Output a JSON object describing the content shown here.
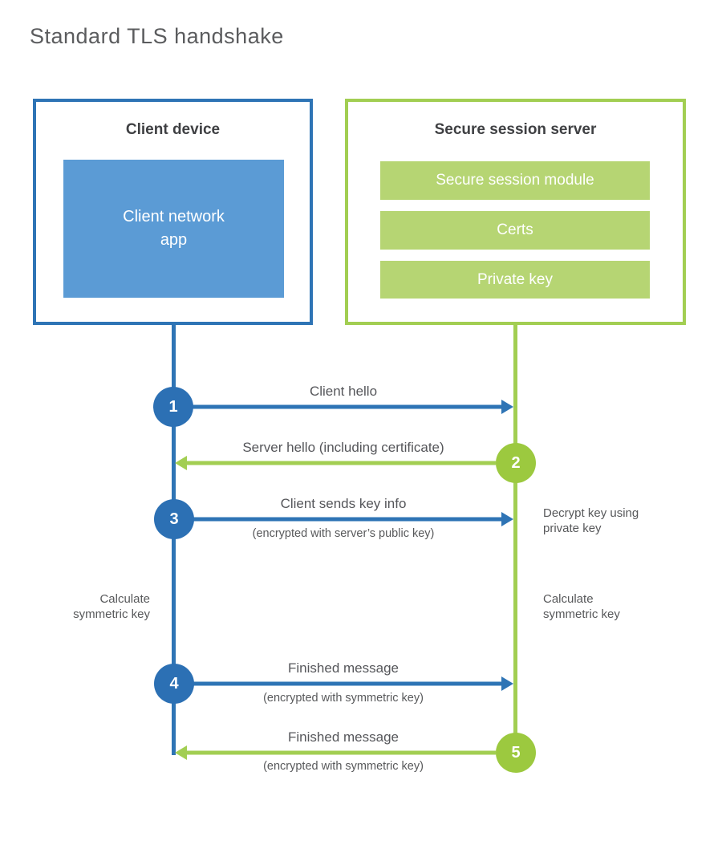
{
  "title": "Standard TLS handshake",
  "client": {
    "title": "Client device",
    "app": "Client network\napp"
  },
  "server": {
    "title": "Secure session server",
    "modules": [
      "Secure session module",
      "Certs",
      "Private key"
    ]
  },
  "steps": [
    {
      "num": "1",
      "label": "Client hello",
      "sublabel": ""
    },
    {
      "num": "2",
      "label": "Server hello (including certificate)",
      "sublabel": ""
    },
    {
      "num": "3",
      "label": "Client sends key info",
      "sublabel": "(encrypted with server’s public key)"
    },
    {
      "num": "4",
      "label": "Finished message",
      "sublabel": "(encrypted with symmetric key)"
    },
    {
      "num": "5",
      "label": "Finished message",
      "sublabel": "(encrypted with symmetric key)"
    }
  ],
  "annotations": {
    "decrypt_key": "Decrypt key using\nprivate key",
    "calculate_left": "Calculate\nsymmetric key",
    "calculate_right": "Calculate\nsymmetric key"
  },
  "colors": {
    "blue_stroke": "#2e74b5",
    "blue_fill": "#5b9bd5",
    "blue_circle": "#2c70b4",
    "green_stroke": "#a2ce52",
    "green_circle": "#9cc93f",
    "green_fill": "#b6d573",
    "heading_text": "#3f4043",
    "label_text": "#55565a"
  }
}
